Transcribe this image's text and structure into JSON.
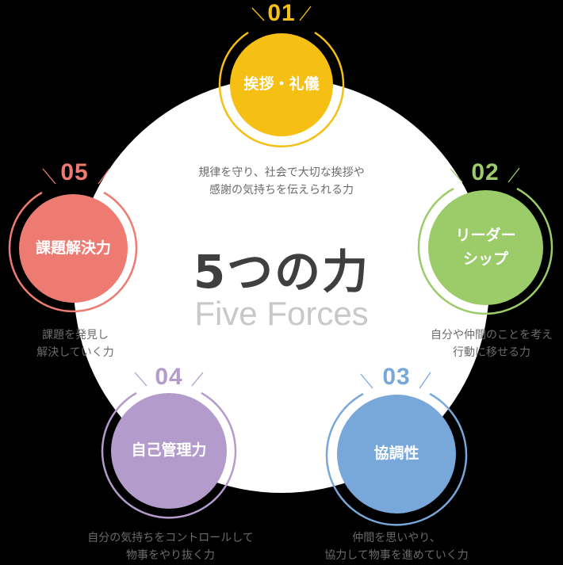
{
  "center": {
    "title": "5つの力",
    "subtitle": "Five Forces"
  },
  "colors": {
    "background": "#000000",
    "center_circle": "#ffffff",
    "title": "#3f3f3f",
    "subtitle": "#c8c8c8",
    "description": "#6b6b6b"
  },
  "forces": [
    {
      "number": "01",
      "label": "挨拶・礼儀",
      "color": "#f6bf14",
      "description": "規律を守り、社会で大切な挨拶や\n感謝の気持ちを伝えられる力"
    },
    {
      "number": "02",
      "label": "リーダー\nシップ",
      "color": "#9ccc6a",
      "description": "自分や仲間のことを考え\n行動に移せる力"
    },
    {
      "number": "03",
      "label": "協調性",
      "color": "#78a8da",
      "description": "仲間を思いやり、\n協力して物事を進めていく力"
    },
    {
      "number": "04",
      "label": "自己管理力",
      "color": "#b39bcb",
      "description": "自分の気持ちをコントロールして\n物事をやり抜く力"
    },
    {
      "number": "05",
      "label": "課題解決力",
      "color": "#ee7b72",
      "description": "課題を発見し\n解決していく力"
    }
  ]
}
